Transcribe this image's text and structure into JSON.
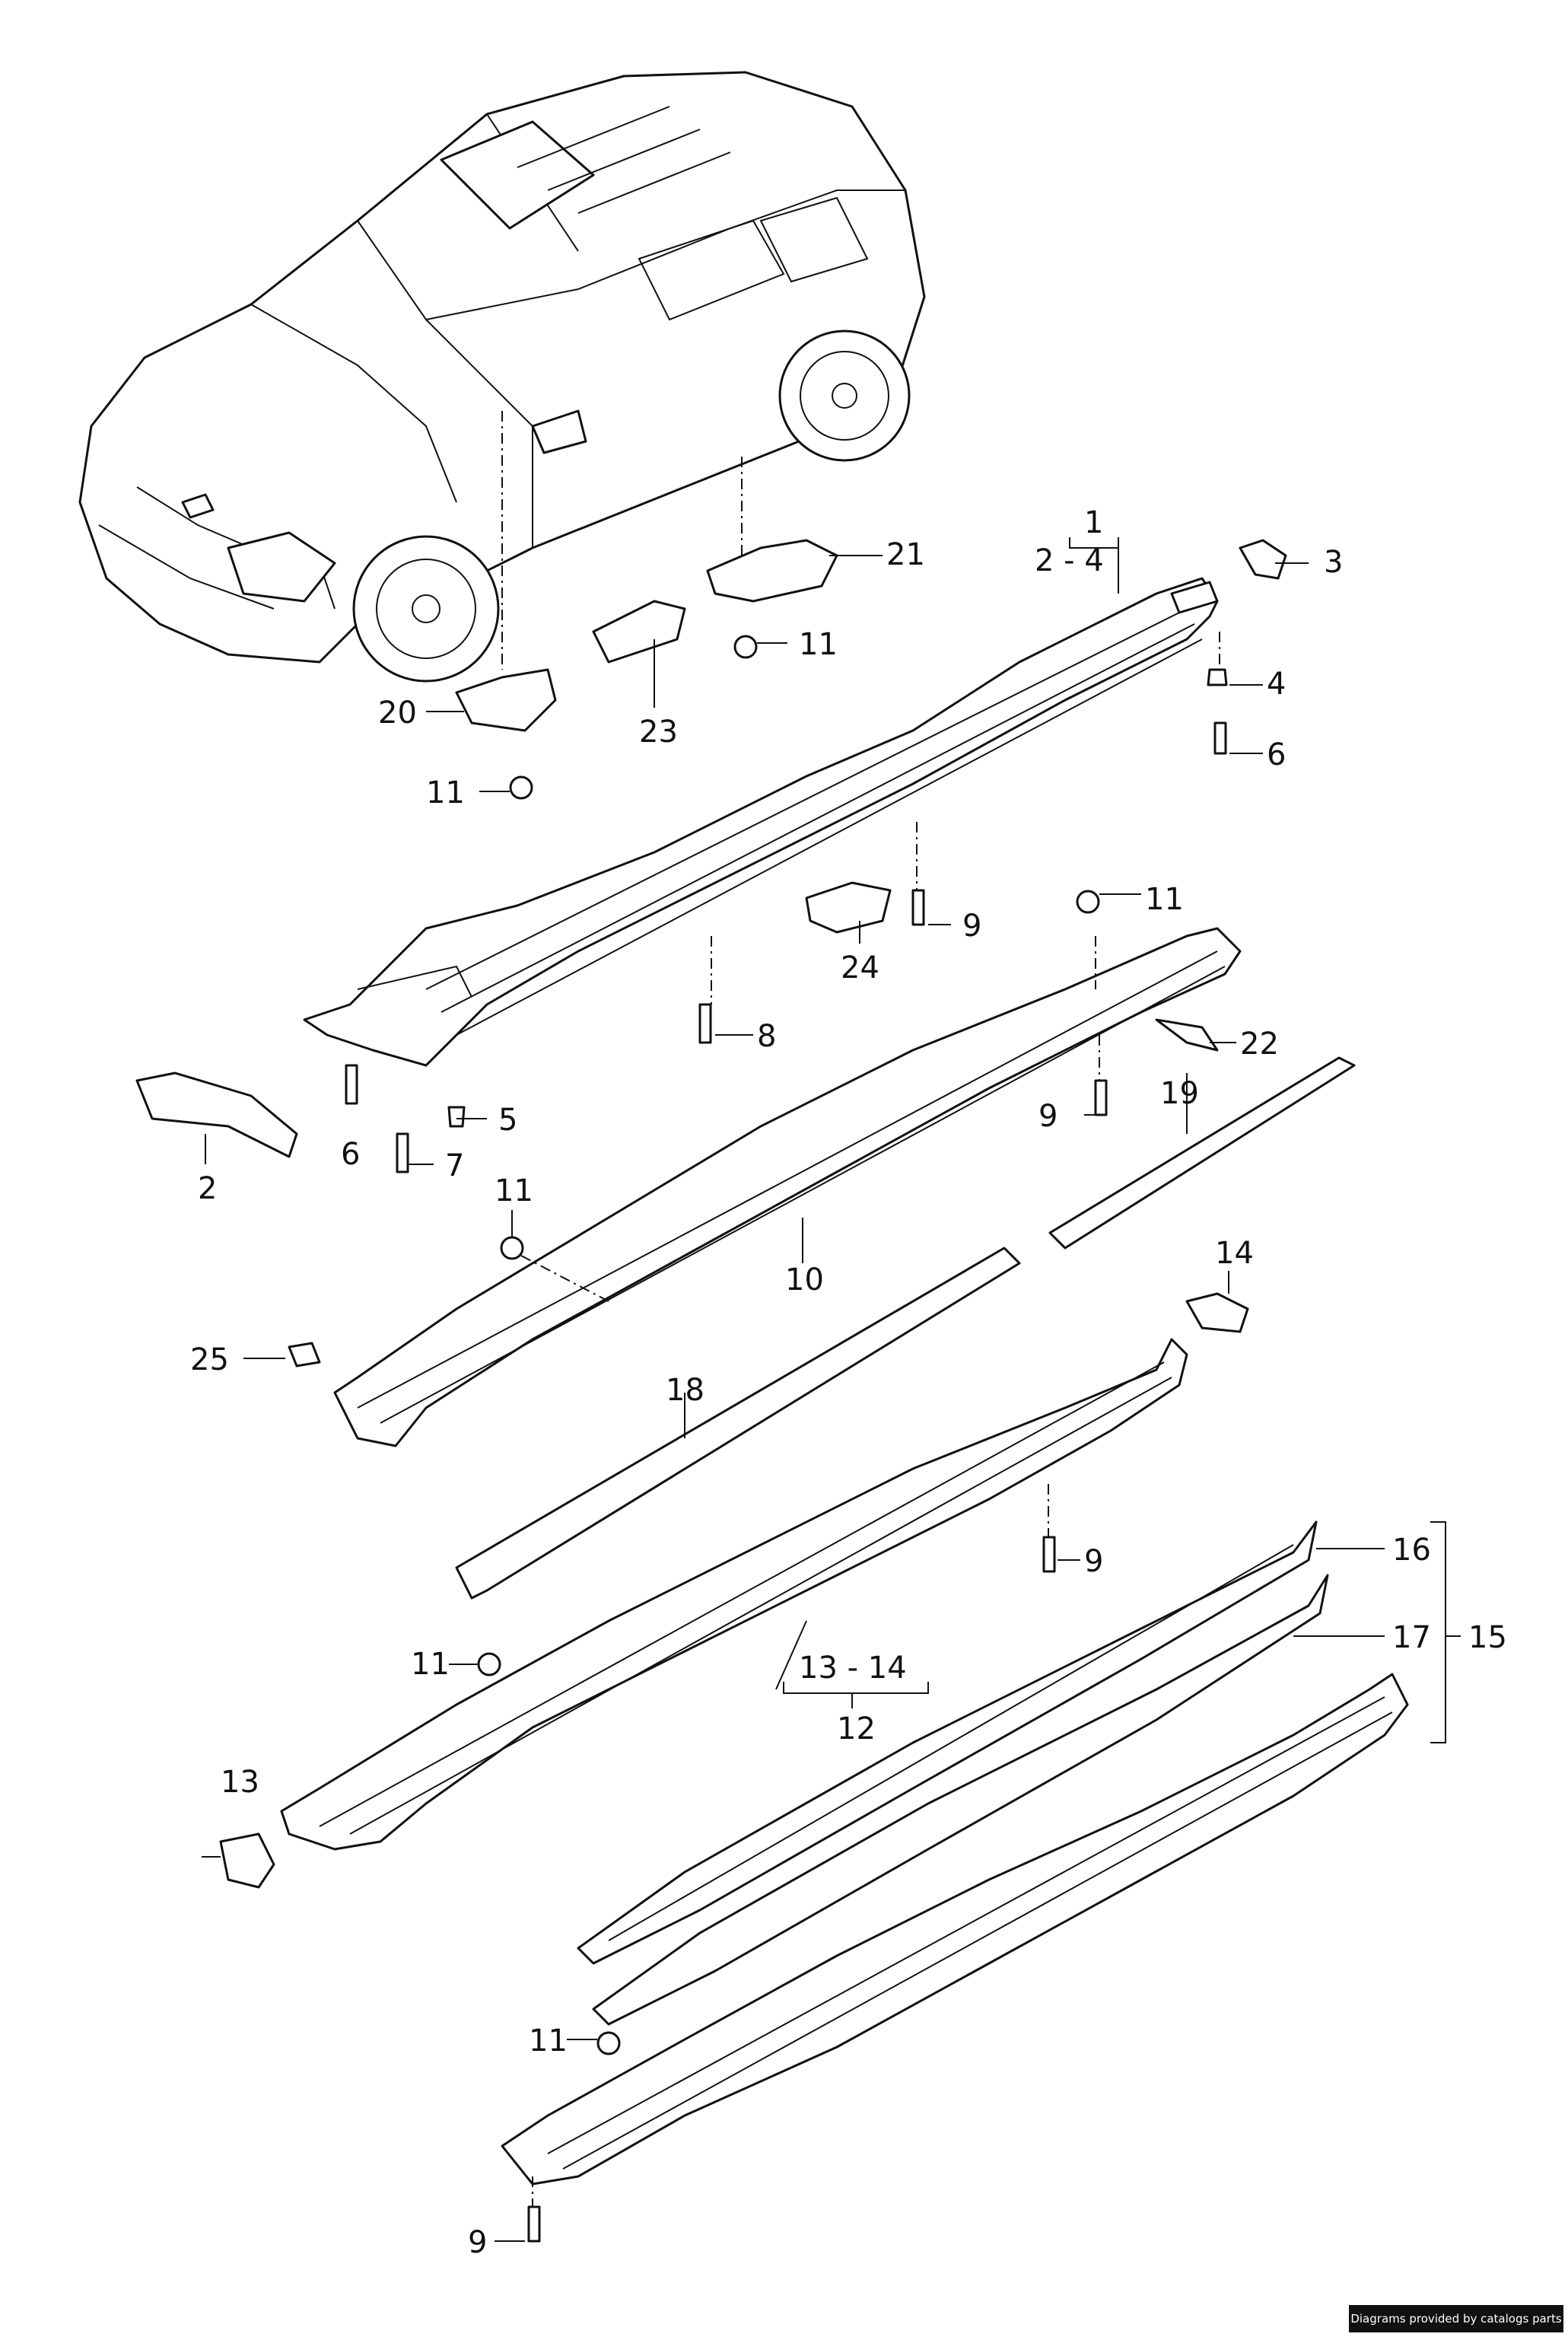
{
  "labels": {
    "l1": "1",
    "l2_4": "2 - 4",
    "l2": "2",
    "l3": "3",
    "l4": "4",
    "l5": "5",
    "l6a": "6",
    "l6b": "6",
    "l7": "7",
    "l8": "8",
    "l9a": "9",
    "l9b": "9",
    "l9c": "9",
    "l9d": "9",
    "l10": "10",
    "l11a": "11",
    "l11b": "11",
    "l11c": "11",
    "l11d": "11",
    "l11e": "11",
    "l11f": "11",
    "l12": "12",
    "l13_14": "13 - 14",
    "l13": "13",
    "l14": "14",
    "l15": "15",
    "l16": "16",
    "l17": "17",
    "l18": "18",
    "l19": "19",
    "l20": "20",
    "l21": "21",
    "l22": "22",
    "l23": "23",
    "l24": "24",
    "l25": "25"
  },
  "credit": "Diagrams provided by catalogs parts"
}
